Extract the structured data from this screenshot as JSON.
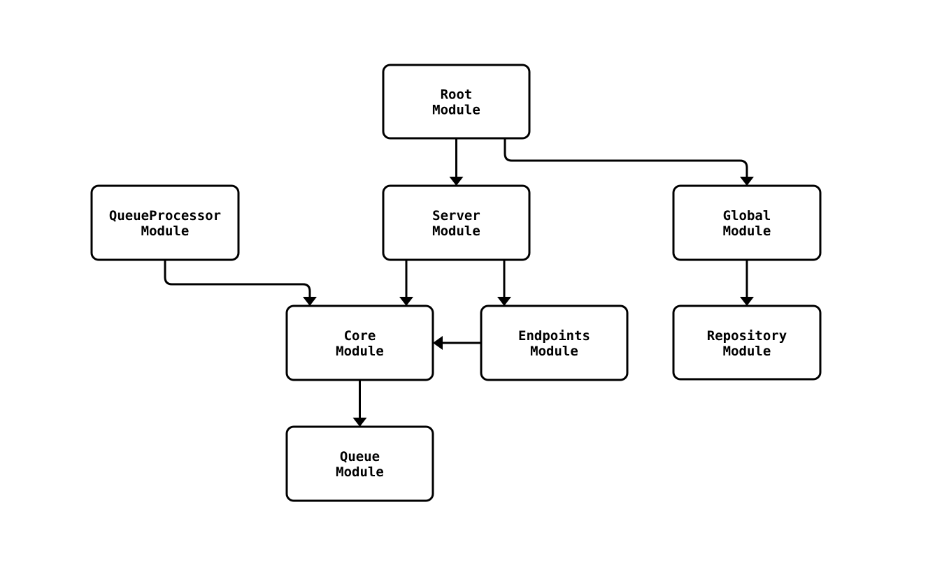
{
  "diagram": {
    "type": "module-dependency-flowchart",
    "colors": {
      "background": "#ffffff",
      "stroke": "#000000",
      "node_fill": "#ffffff",
      "text": "#000000"
    },
    "nodes": {
      "root": {
        "line1": "Root",
        "line2": "Module"
      },
      "server": {
        "line1": "Server",
        "line2": "Module"
      },
      "queueprocessor": {
        "line1": "QueueProcessor",
        "line2": "Module"
      },
      "global": {
        "line1": "Global",
        "line2": "Module"
      },
      "core": {
        "line1": "Core",
        "line2": "Module"
      },
      "endpoints": {
        "line1": "Endpoints",
        "line2": "Module"
      },
      "repository": {
        "line1": "Repository",
        "line2": "Module"
      },
      "queue": {
        "line1": "Queue",
        "line2": "Module"
      }
    },
    "edges": [
      {
        "from": "Root Module",
        "to": "Server Module"
      },
      {
        "from": "Root Module",
        "to": "Global Module"
      },
      {
        "from": "QueueProcessor Module",
        "to": "Core Module"
      },
      {
        "from": "Server Module",
        "to": "Core Module"
      },
      {
        "from": "Server Module",
        "to": "Endpoints Module"
      },
      {
        "from": "Endpoints Module",
        "to": "Core Module"
      },
      {
        "from": "Global Module",
        "to": "Repository Module"
      },
      {
        "from": "Core Module",
        "to": "Queue Module"
      }
    ]
  }
}
